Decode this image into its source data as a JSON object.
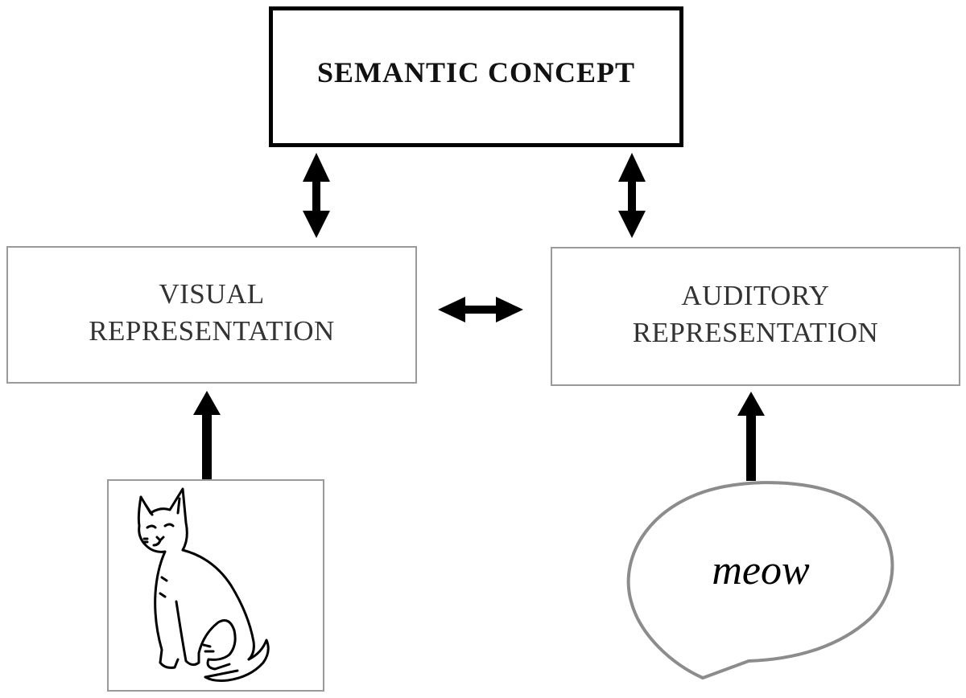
{
  "diagram": {
    "semantic_concept": "SEMANTIC CONCEPT",
    "visual": {
      "line1": "VISUAL",
      "line2": "REPRESENTATION"
    },
    "auditory": {
      "line1": "AUDITORY",
      "line2": "REPRESENTATION"
    },
    "speech_bubble_text": "meow",
    "icons": {
      "stimulus_image": "cat-icon",
      "stimulus_sound": "speech-bubble-icon"
    },
    "colors": {
      "main_border": "#000000",
      "secondary_border": "#9a9a9a",
      "arrow": "#000000"
    }
  }
}
